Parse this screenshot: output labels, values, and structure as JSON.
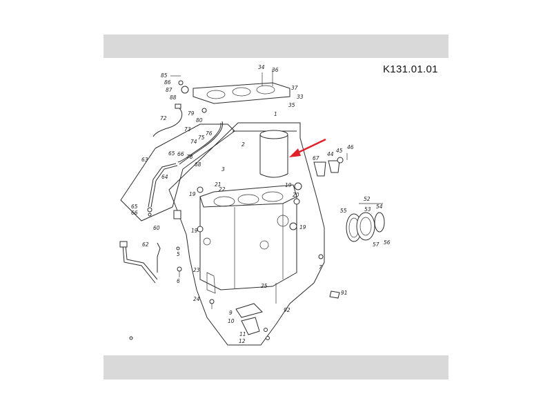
{
  "diagram": {
    "code": "K131.01.01",
    "arrow_color": "#e2202a",
    "band_color": "#d9d9d9",
    "callouts": [
      "85",
      "86",
      "87",
      "88",
      "72",
      "34",
      "36",
      "37",
      "33",
      "35",
      "79",
      "80",
      "1",
      "73",
      "76",
      "75",
      "74",
      "2",
      "78",
      "65",
      "66",
      "68",
      "63",
      "64",
      "3",
      "19",
      "22",
      "21",
      "19",
      "20",
      "19",
      "65",
      "66",
      "60",
      "62",
      "5",
      "6",
      "23",
      "19",
      "25",
      "24",
      "91",
      "92",
      "9",
      "10",
      "11",
      "12",
      "7",
      "67",
      "44",
      "45",
      "46",
      "52",
      "55",
      "53",
      "54",
      "57",
      "56"
    ]
  }
}
